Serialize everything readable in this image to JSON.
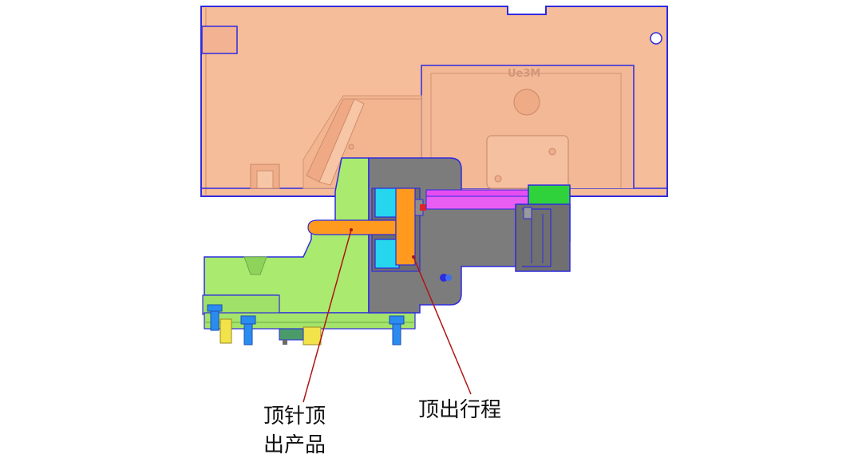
{
  "annotations": {
    "ejector_pin_line1": "顶针顶",
    "ejector_pin_line2": "出产品",
    "ejection_stroke": "顶出行程"
  },
  "watermark": "Ue3M",
  "colors": {
    "upper_block": "#f6bd9a",
    "upper_block_shade": "#f0b08c",
    "outline": "#2e2be0",
    "lower_block": "#a9ea6f",
    "slider_body": "#7c7c7c",
    "cyan_part": "#25d6ee",
    "ejector_pin": "#ff9a1f",
    "magenta_rod": "#e64ef0",
    "green_cap": "#2fd23a",
    "screw": "#2b8cf0",
    "plate_yellow": "#f2e34a",
    "leader_line": "#b01414",
    "label_text": "#111111"
  }
}
